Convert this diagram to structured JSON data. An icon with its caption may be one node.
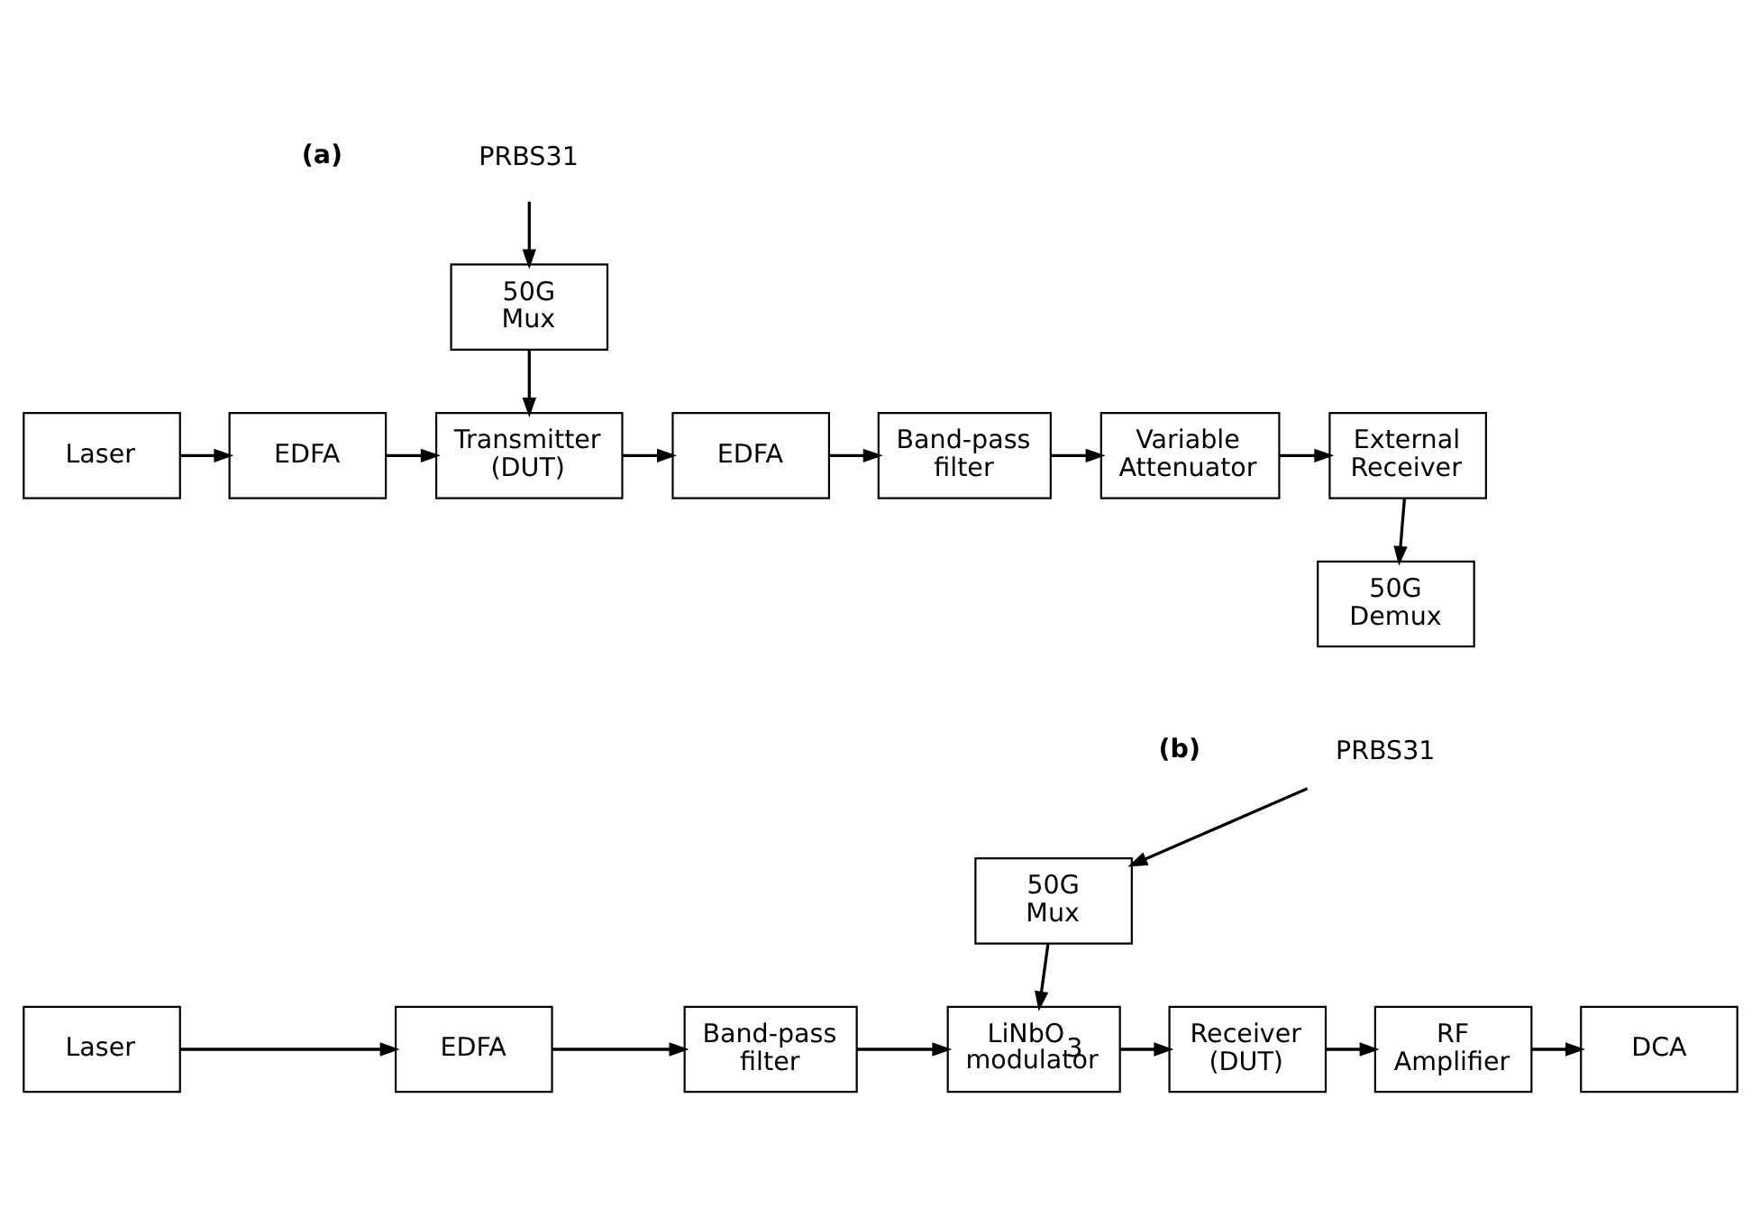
{
  "diagram": {
    "nodes": [
      {
        "text": [
          "Laser"
        ]
      },
      {
        "text": [
          "EDFA"
        ]
      },
      {
        "text": [
          "Transmitter (DUT)"
        ]
      },
      {
        "text": [
          "EDFA"
        ]
      },
      {
        "text": [
          "Band-pass filter"
        ]
      },
      {
        "text": [
          "Variable Attenuator"
        ]
      },
      {
        "text": [
          "External Receiver"
        ]
      },
      {
        "text": [
          "50G Mux"
        ]
      },
      {
        "text": [
          "PRBS31"
        ]
      },
      {
        "text": [
          "50G Demux"
        ]
      },
      {
        "text": [
          "Laser"
        ]
      },
      {
        "text": [
          "EDFA"
        ]
      },
      {
        "text": [
          "Band-pass filter"
        ]
      },
      {
        "text": [
          "LiNbO$_{3}$ modulator"
        ]
      },
      {
        "text": [
          "Receiver (DUT)"
        ]
      },
      {
        "text": [
          "RF Amplifier"
        ]
      },
      {
        "text": [
          "DCA"
        ]
      },
      {
        "text": [
          "50G Mux"
        ]
      },
      {
        "text": [
          "PRBS31"
        ]
      }
    ],
    "edges": [
      {
        "from": 0,
        "to": 1,
        "arrow": "to"
      },
      {
        "from": 1,
        "to": 2,
        "arrow": "to"
      },
      {
        "from": 2,
        "to": 3,
        "arrow": "to"
      },
      {
        "from": 3,
        "to": 4,
        "arrow": "to"
      },
      {
        "from": 4,
        "to": 5,
        "arrow": "to"
      },
      {
        "from": 5,
        "to": 6,
        "arrow": "to"
      },
      {
        "from": 7,
        "to": 2,
        "arrow": "to"
      },
      {
        "from": 8,
        "to": 7,
        "arrow": "to"
      },
      {
        "from": 6,
        "to": 9,
        "arrow": "to"
      },
      {
        "from": 10,
        "to": 11,
        "arrow": "to"
      },
      {
        "from": 11,
        "to": 12,
        "arrow": "to"
      },
      {
        "from": 12,
        "to": 13,
        "arrow": "to"
      },
      {
        "from": 13,
        "to": 14,
        "arrow": "to"
      },
      {
        "from": 14,
        "to": 15,
        "arrow": "to"
      },
      {
        "from": 15,
        "to": 16,
        "arrow": "to"
      },
      {
        "from": 17,
        "to": 13,
        "arrow": "to"
      },
      {
        "from": 18,
        "to": 17,
        "arrow": "to"
      }
    ],
    "labels": [
      "(a)",
      "(b)"
    ]
  }
}
